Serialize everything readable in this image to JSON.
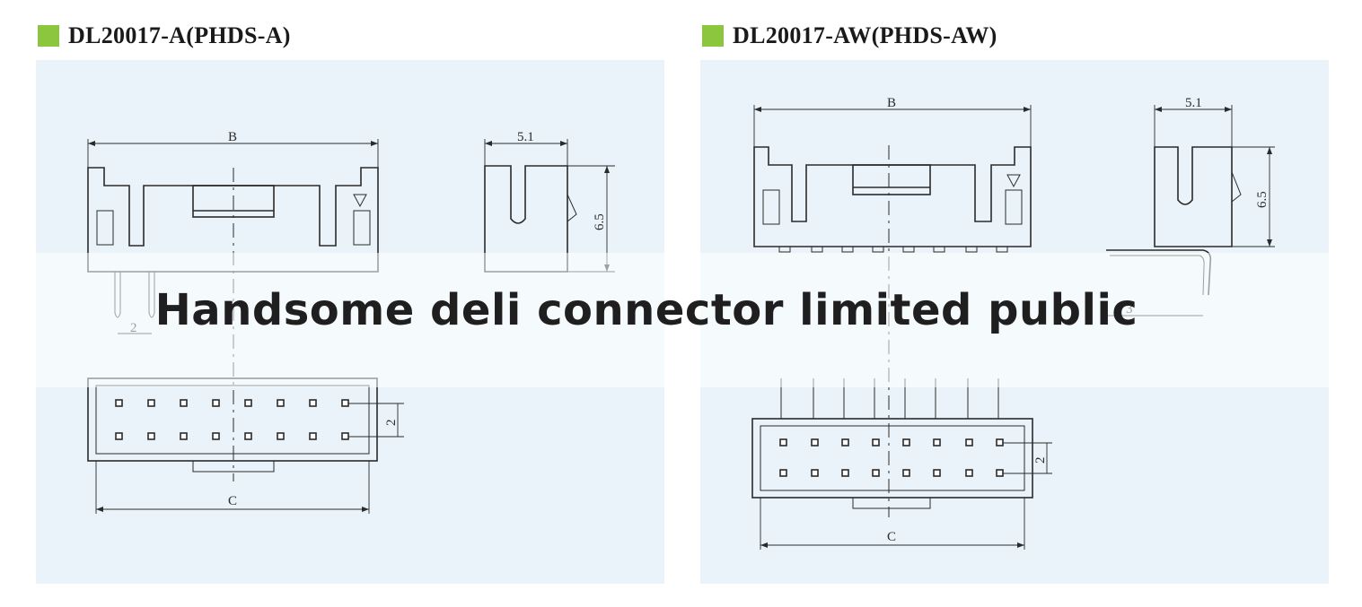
{
  "panels": [
    {
      "title": "DL20017-A(PHDS-A)",
      "accent_color": "#8cc63f",
      "dimensions": {
        "overall_width": "B",
        "pin_row_width": "C",
        "side_depth": "5.1",
        "height": "6.5",
        "pitch": "2"
      }
    },
    {
      "title": "DL20017-AW(PHDS-AW)",
      "accent_color": "#8cc63f",
      "dimensions": {
        "overall_width": "B",
        "pin_row_width": "C",
        "side_depth": "5.1",
        "height": "6.5",
        "pitch": "2",
        "lead_offset": "3"
      }
    }
  ],
  "watermark": {
    "text": "Handsome deli connector limited public"
  },
  "colors": {
    "drawing_background": "#e9f3f9",
    "line": "#2b2b2b"
  }
}
